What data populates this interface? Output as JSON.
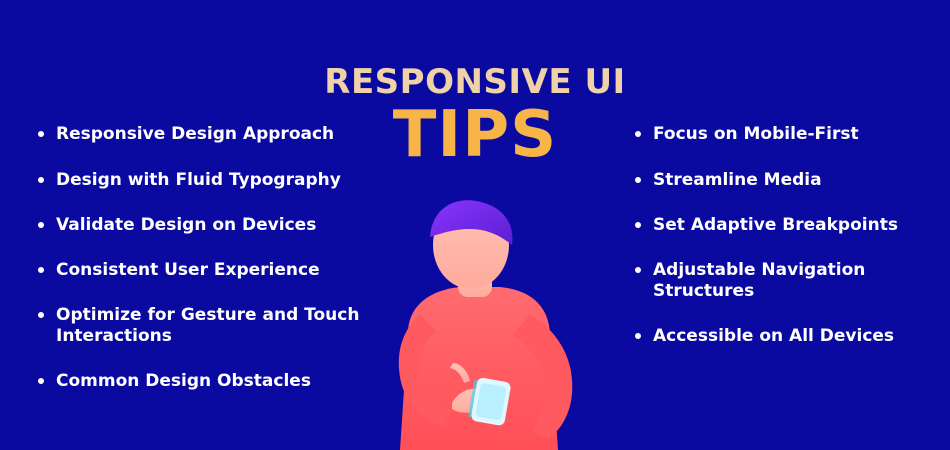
{
  "header": {
    "title_line1": "RESPONSIVE UI",
    "title_line2": "TIPS"
  },
  "tips_left": [
    {
      "label": "Responsive Design Approach"
    },
    {
      "label": "Design with Fluid Typography"
    },
    {
      "label": "Validate Design on Devices"
    },
    {
      "label": "Consistent User Experience"
    },
    {
      "label": "Optimize for Gesture and Touch\nInteractions"
    },
    {
      "label": "Common Design Obstacles"
    }
  ],
  "tips_right": [
    {
      "label": "Focus on Mobile-First"
    },
    {
      "label": "Streamline Media"
    },
    {
      "label": "Set Adaptive Breakpoints"
    },
    {
      "label": "Adjustable Navigation\nStructures"
    },
    {
      "label": "Accessible on All Devices"
    }
  ],
  "colors": {
    "background": "#0a0aa0",
    "title_line1": "#f0d2a8",
    "title_line2": "#f7b447",
    "list_text": "#ffffff",
    "figure_shirt": "#ff5a5f",
    "figure_skin": "#ffb4a6",
    "figure_hair": "#7a2bd6",
    "phone": "#dff7ff"
  },
  "illustration": {
    "icon": "person-with-phone-icon"
  }
}
